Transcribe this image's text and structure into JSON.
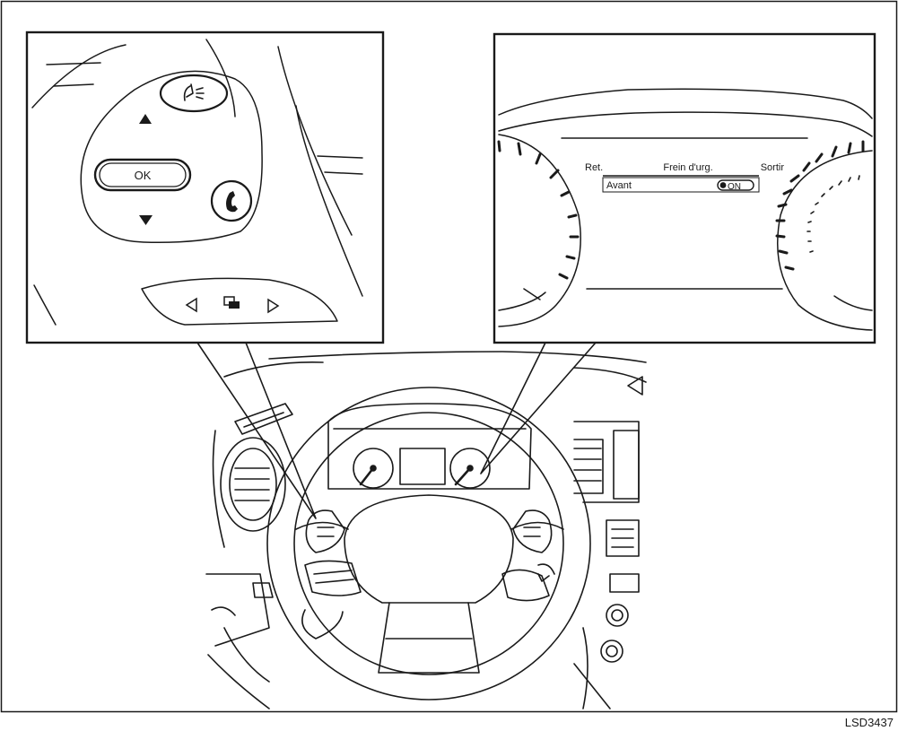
{
  "figure_code": "LSD3437",
  "left_callout": {
    "ok_label": "OK"
  },
  "right_callout": {
    "menu": {
      "back": "Ret.",
      "title": "Frein d'urg.",
      "exit": "Sortir"
    },
    "setting": {
      "label": "Avant",
      "toggle_value": "ON"
    }
  }
}
